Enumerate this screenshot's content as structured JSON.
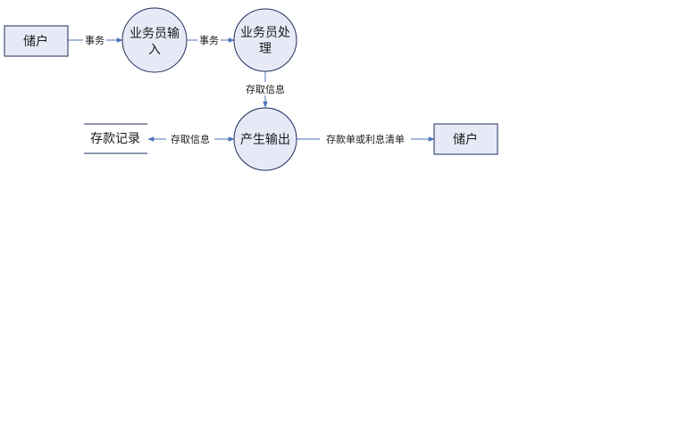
{
  "nodes": {
    "depositor_left": "储户",
    "clerk_input_line1": "业务员输",
    "clerk_input_line2": "入",
    "clerk_process_line1": "业务员处",
    "clerk_process_line2": "理",
    "produce_output": "产生输出",
    "deposit_record": "存款记录",
    "depositor_right": "储户"
  },
  "flows": {
    "transaction_1": "事务",
    "transaction_2": "事务",
    "access_info_down": "存取信息",
    "access_info_left": "存取信息",
    "deposit_slip_or_interest": "存款单或利息清单"
  },
  "colors": {
    "node_fill": "#e7eaf6",
    "node_stroke": "#1f2f5c",
    "flow_line": "#4a72b8"
  }
}
